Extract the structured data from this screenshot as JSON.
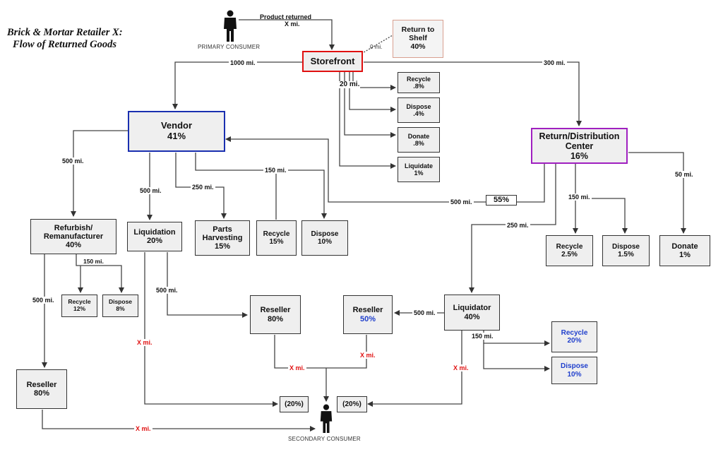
{
  "title": {
    "line1": "Brick & Mortar Retailer X:",
    "line2": "Flow of Returned Goods"
  },
  "consumers": {
    "primary": "PRIMARY CONSUMER",
    "secondary": "SECONDARY CONSUMER"
  },
  "nodes": {
    "storefront": {
      "label": "Storefront",
      "pct": ""
    },
    "return_to_shelf": {
      "label": "Return to Shelf",
      "pct": "40%"
    },
    "sf_recycle": {
      "label": "Recycle",
      "pct": ".8%"
    },
    "sf_dispose": {
      "label": "Dispose",
      "pct": ".4%"
    },
    "sf_donate": {
      "label": "Donate",
      "pct": ".8%"
    },
    "sf_liquidate": {
      "label": "Liquidate",
      "pct": "1%"
    },
    "vendor": {
      "label": "Vendor",
      "pct": "41%"
    },
    "rdc": {
      "label": "Return/Distribution Center",
      "pct": "16%"
    },
    "refurb": {
      "label": "Refurbish/ Remanufacturer",
      "pct": "40%"
    },
    "v_liquidation": {
      "label": "Liquidation",
      "pct": "20%"
    },
    "parts": {
      "label": "Parts Harvesting",
      "pct": "15%"
    },
    "v_recycle": {
      "label": "Recycle",
      "pct": "15%"
    },
    "v_dispose": {
      "label": "Dispose",
      "pct": "10%"
    },
    "rf_recycle": {
      "label": "Recycle",
      "pct": "12%"
    },
    "rf_dispose": {
      "label": "Dispose",
      "pct": "8%"
    },
    "rf_reseller": {
      "label": "Reseller",
      "pct": "80%"
    },
    "liq_reseller": {
      "label": "Reseller",
      "pct": "80%"
    },
    "rdc_reseller": {
      "label": "Reseller",
      "pct": "50%"
    },
    "liquidator": {
      "label": "Liquidator",
      "pct": "40%"
    },
    "rdc_recycle": {
      "label": "Recycle",
      "pct": "2.5%"
    },
    "rdc_dispose": {
      "label": "Dispose",
      "pct": "1.5%"
    },
    "rdc_donate": {
      "label": "Donate",
      "pct": "1%"
    },
    "lq_recycle": {
      "label": "Recycle",
      "pct": "20%"
    },
    "lq_dispose": {
      "label": "Dispose",
      "pct": "10%"
    },
    "pct55": {
      "label": "55%",
      "pct": ""
    },
    "pct20a": {
      "label": "(20%)",
      "pct": ""
    },
    "pct20b": {
      "label": "(20%)",
      "pct": ""
    }
  },
  "edge_labels": {
    "product_returned": "Product returned",
    "xmi_top": "X mi.",
    "shelf_mi": "0 mi.",
    "to_vendor": "1000 mi.",
    "to_rdc": "300 mi.",
    "sf_local": "20 mi.",
    "v_refurb": "500 mi.",
    "v_liq": "500 mi.",
    "v_parts": "250 mi.",
    "v_rec_disp": "150 mi.",
    "rdc_vendor": "500 mi.",
    "refurb_local": "150 mi.",
    "refurb_reseller": "500 mi.",
    "liq_reseller": "500 mi.",
    "liq_xmi": "X mi.",
    "rf_reseller_xmi": "X mi.",
    "reseller80_xmi": "X mi.",
    "reseller50_xmi": "X mi.",
    "liquidator_xmi": "X mi.",
    "rdc_liquidator": "250 mi.",
    "rdc_local": "150 mi.",
    "rdc_donate": "50 mi.",
    "liquidator_reseller": "500 mi.",
    "liquidator_local": "150 mi."
  },
  "colors": {
    "storefront": "#e01010",
    "vendor": "#1a2fb0",
    "rdc": "#a020c0",
    "highlight": "#1f3fcc",
    "x_label": "#e01010"
  }
}
